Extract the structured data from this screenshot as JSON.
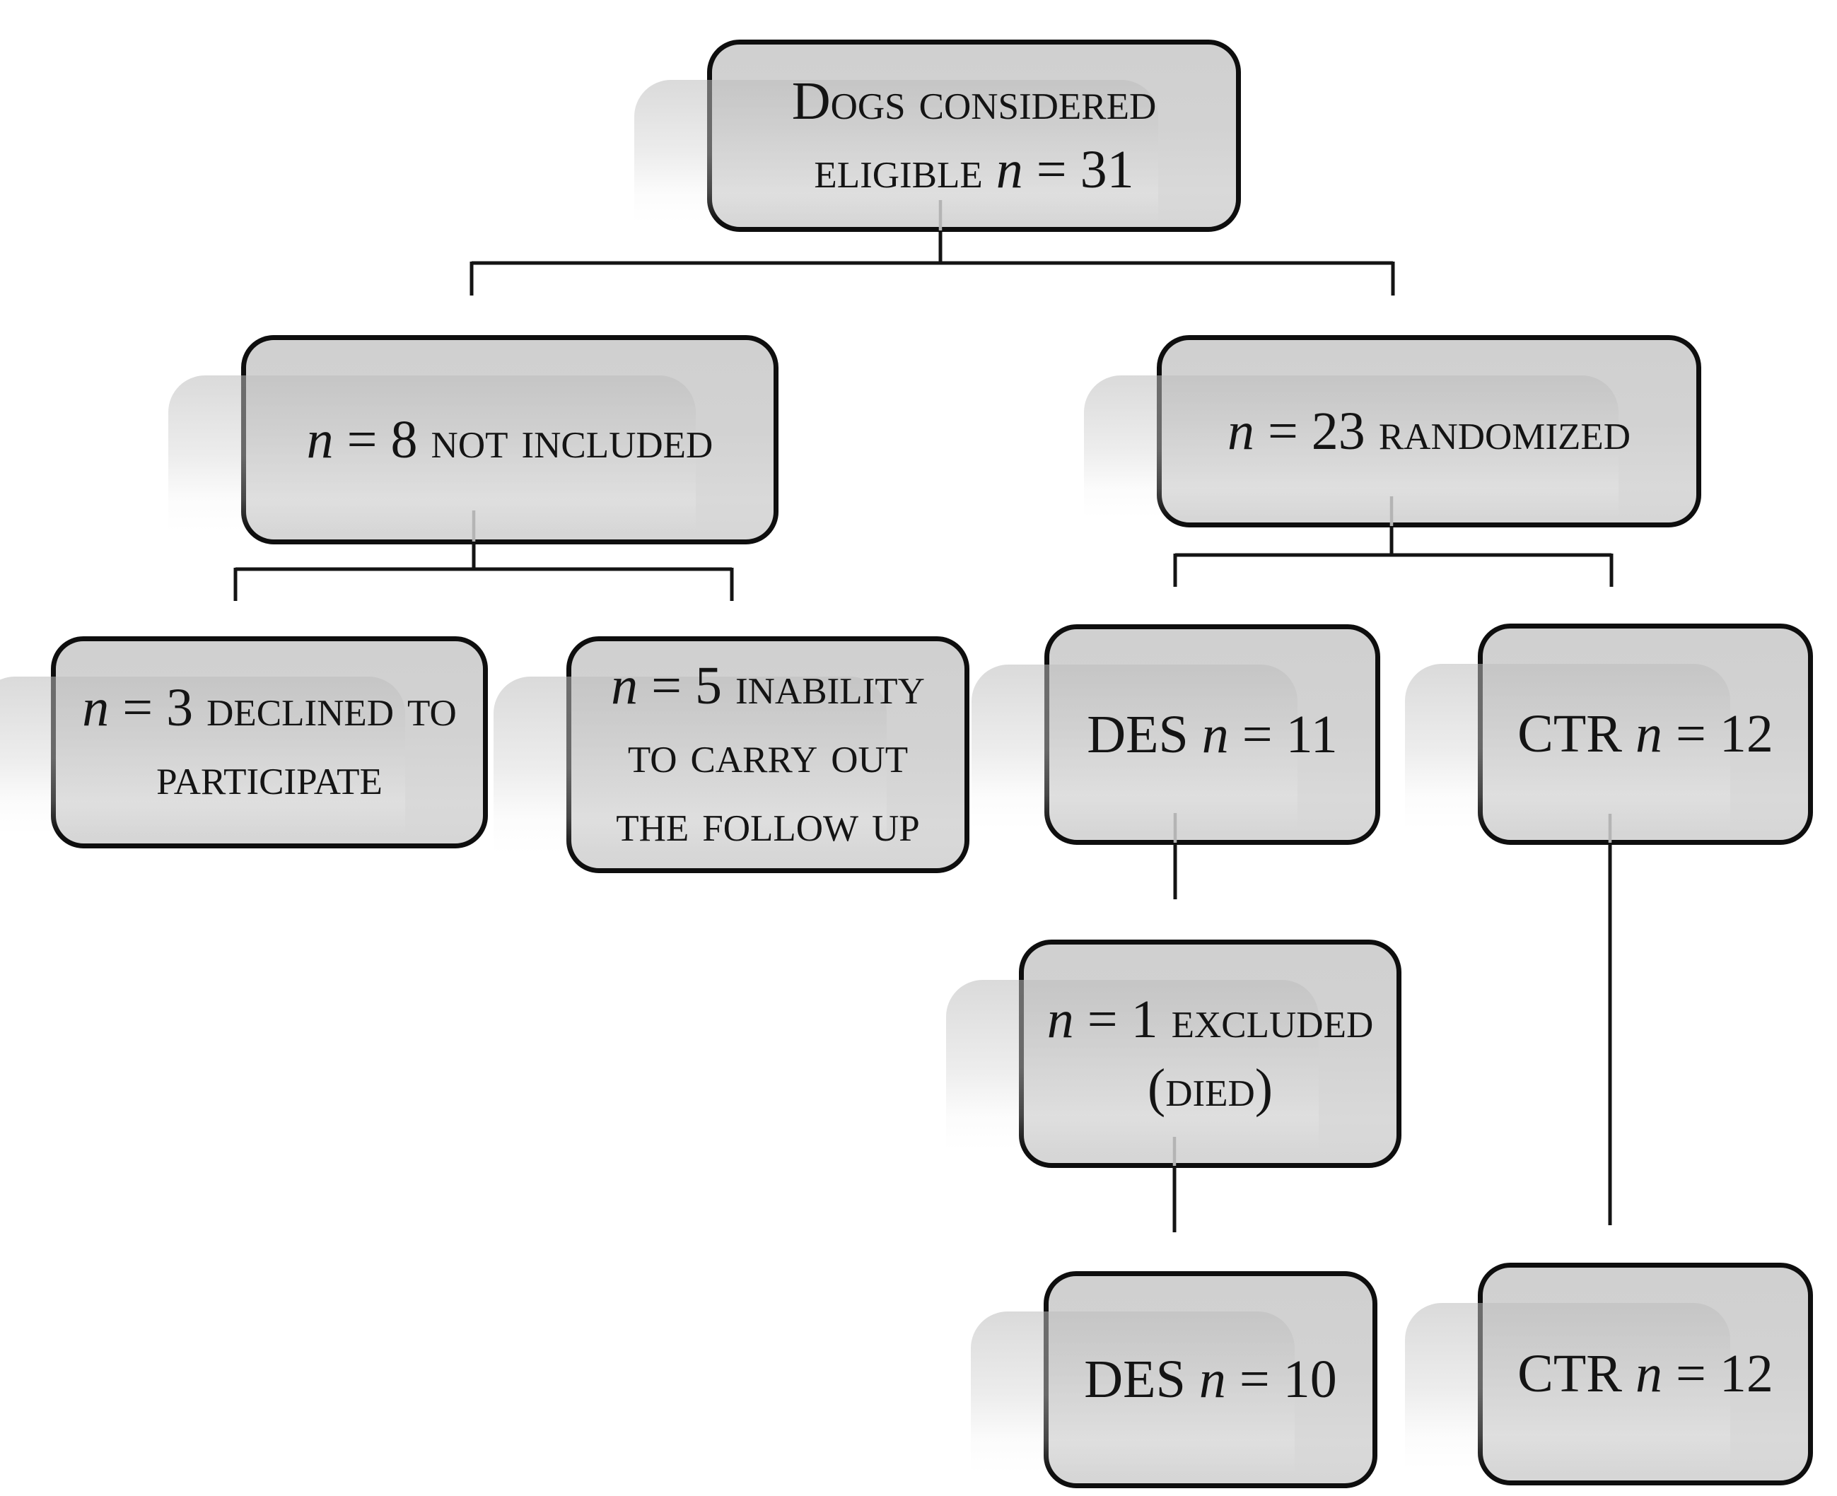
{
  "figure": {
    "type": "study-flow-diagram",
    "background_color": "#ffffff",
    "box_fill_color": "#d3d3d3",
    "box_border_color": "#0e0e0e",
    "connector_color": "#141414",
    "connector_inside_box_color": "#b4b4b4"
  },
  "nodes": {
    "eligible": {
      "label": "DOGS CONSIDERED ELIGIBLE n = 31",
      "n": 31,
      "lines": [
        [
          {
            "t": "Dogs considered",
            "s": "sc"
          }
        ],
        [
          {
            "t": "eligible ",
            "s": "sc"
          },
          {
            "t": "n",
            "s": "it"
          },
          {
            "t": " = 31",
            "s": "rm"
          }
        ]
      ]
    },
    "not_included": {
      "label": "n = 8 NOT INCLUDED",
      "n": 8,
      "lines": [
        [
          {
            "t": "n",
            "s": "it"
          },
          {
            "t": " = 8 ",
            "s": "rm"
          },
          {
            "t": "not included",
            "s": "sc"
          }
        ]
      ]
    },
    "randomized": {
      "label": "n = 23 RANDOMIZED",
      "n": 23,
      "lines": [
        [
          {
            "t": "n",
            "s": "it"
          },
          {
            "t": " = 23 ",
            "s": "rm"
          },
          {
            "t": "randomized",
            "s": "sc"
          }
        ]
      ]
    },
    "declined": {
      "label": "n = 3 DECLINED TO PARTICIPATE",
      "n": 3,
      "lines": [
        [
          {
            "t": "n",
            "s": "it"
          },
          {
            "t": " = 3 ",
            "s": "rm"
          },
          {
            "t": "declined to",
            "s": "sc"
          }
        ],
        [
          {
            "t": "participate",
            "s": "sc"
          }
        ]
      ]
    },
    "inability": {
      "label": "n = 5 INABILITY TO CARRY OUT THE FOLLOW UP",
      "n": 5,
      "lines": [
        [
          {
            "t": "n",
            "s": "it"
          },
          {
            "t": " = 5 ",
            "s": "rm"
          },
          {
            "t": "inability",
            "s": "sc"
          }
        ],
        [
          {
            "t": "to carry out",
            "s": "sc"
          }
        ],
        [
          {
            "t": "the follow up",
            "s": "sc"
          }
        ]
      ]
    },
    "des11": {
      "label": "DES n = 11",
      "n": 11,
      "lines": [
        [
          {
            "t": "DES ",
            "s": "rm"
          },
          {
            "t": "n",
            "s": "it"
          },
          {
            "t": " = 11",
            "s": "rm"
          }
        ]
      ]
    },
    "ctr12_top": {
      "label": "CTR n = 12",
      "n": 12,
      "lines": [
        [
          {
            "t": "CTR ",
            "s": "rm"
          },
          {
            "t": "n",
            "s": "it"
          },
          {
            "t": " = 12",
            "s": "rm"
          }
        ]
      ]
    },
    "excluded": {
      "label": "n = 1 EXCLUDED (DIED)",
      "n": 1,
      "lines": [
        [
          {
            "t": "n",
            "s": "it"
          },
          {
            "t": " = 1 ",
            "s": "rm"
          },
          {
            "t": "excluded",
            "s": "sc"
          }
        ],
        [
          {
            "t": "(died)",
            "s": "sc"
          }
        ]
      ]
    },
    "des10": {
      "label": "DES n = 10",
      "n": 10,
      "lines": [
        [
          {
            "t": "DES ",
            "s": "rm"
          },
          {
            "t": "n",
            "s": "it"
          },
          {
            "t": " = 10",
            "s": "rm"
          }
        ]
      ]
    },
    "ctr12_bottom": {
      "label": "CTR n = 12",
      "n": 12,
      "lines": [
        [
          {
            "t": "CTR ",
            "s": "rm"
          },
          {
            "t": "n",
            "s": "it"
          },
          {
            "t": " = 12",
            "s": "rm"
          }
        ]
      ]
    }
  },
  "edges": [
    {
      "from": "eligible",
      "to": "not_included"
    },
    {
      "from": "eligible",
      "to": "randomized"
    },
    {
      "from": "not_included",
      "to": "declined"
    },
    {
      "from": "not_included",
      "to": "inability"
    },
    {
      "from": "randomized",
      "to": "des11"
    },
    {
      "from": "randomized",
      "to": "ctr12_top"
    },
    {
      "from": "des11",
      "to": "excluded"
    },
    {
      "from": "excluded",
      "to": "des10"
    },
    {
      "from": "ctr12_top",
      "to": "ctr12_bottom"
    }
  ]
}
